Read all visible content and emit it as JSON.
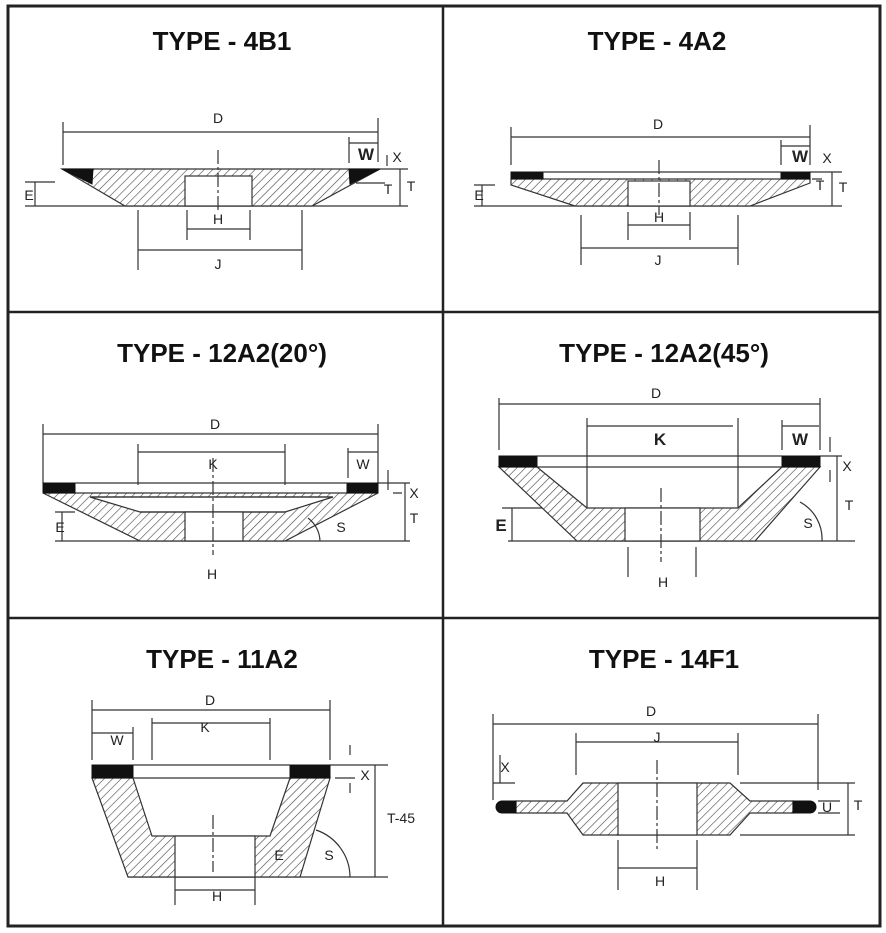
{
  "panels": [
    {
      "title": "TYPE - 4B1",
      "labels": {
        "D": "D",
        "W": "W",
        "X": "X",
        "T": "T",
        "T2": "T",
        "E": "E",
        "H": "H",
        "J": "J"
      }
    },
    {
      "title": "TYPE - 4A2",
      "labels": {
        "D": "D",
        "W": "W",
        "X": "X",
        "T": "T",
        "T2": "T",
        "E": "E",
        "H": "H",
        "J": "J"
      }
    },
    {
      "title": "TYPE - 12A2(20°)",
      "labels": {
        "D": "D",
        "K": "K",
        "W": "W",
        "X": "X",
        "T": "T",
        "E": "E",
        "S": "S",
        "H": "H"
      }
    },
    {
      "title": "TYPE - 12A2(45°)",
      "labels": {
        "D": "D",
        "K": "K",
        "W": "W",
        "X": "X",
        "T": "T",
        "E": "E",
        "S": "S",
        "H": "H"
      }
    },
    {
      "title": "TYPE - 11A2",
      "labels": {
        "D": "D",
        "K": "K",
        "W": "W",
        "X": "X",
        "T": "T-45",
        "E": "E",
        "S": "S",
        "H": "H"
      }
    },
    {
      "title": "TYPE - 14F1",
      "labels": {
        "D": "D",
        "J": "J",
        "X": "X",
        "U": "U",
        "T": "T",
        "H": "H"
      }
    }
  ]
}
